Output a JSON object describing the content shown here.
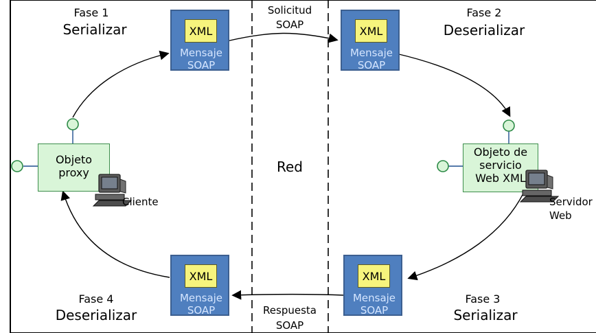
{
  "labels": {
    "fase1_number": "Fase 1",
    "fase1_name": "Serializar",
    "fase2_number": "Fase 2",
    "fase2_name": "Deserializar",
    "fase3_number": "Fase 3",
    "fase3_name": "Serializar",
    "fase4_number": "Fase 4",
    "fase4_name": "Deserializar",
    "request_label_1": "Solicitud",
    "request_label_2": "SOAP",
    "response_label_1": "Respuesta",
    "response_label_2": "SOAP",
    "network": "Red",
    "proxy_line1": "Objeto",
    "proxy_line2": "proxy",
    "service_line1": "Objeto de",
    "service_line2": "servicio",
    "service_line3": "Web XML",
    "client": "Cliente",
    "server_line1": "Servidor",
    "server_line2": "Web"
  },
  "message_boxes": {
    "xml": "XML",
    "line1": "Mensaje",
    "line2": "SOAP"
  },
  "colors": {
    "message_box": "#4f7fbf",
    "xml_box": "#f6f47d",
    "object_box": "#d9f5d8",
    "object_border": "#3c8d4b",
    "connector": "#1f4f8f"
  }
}
